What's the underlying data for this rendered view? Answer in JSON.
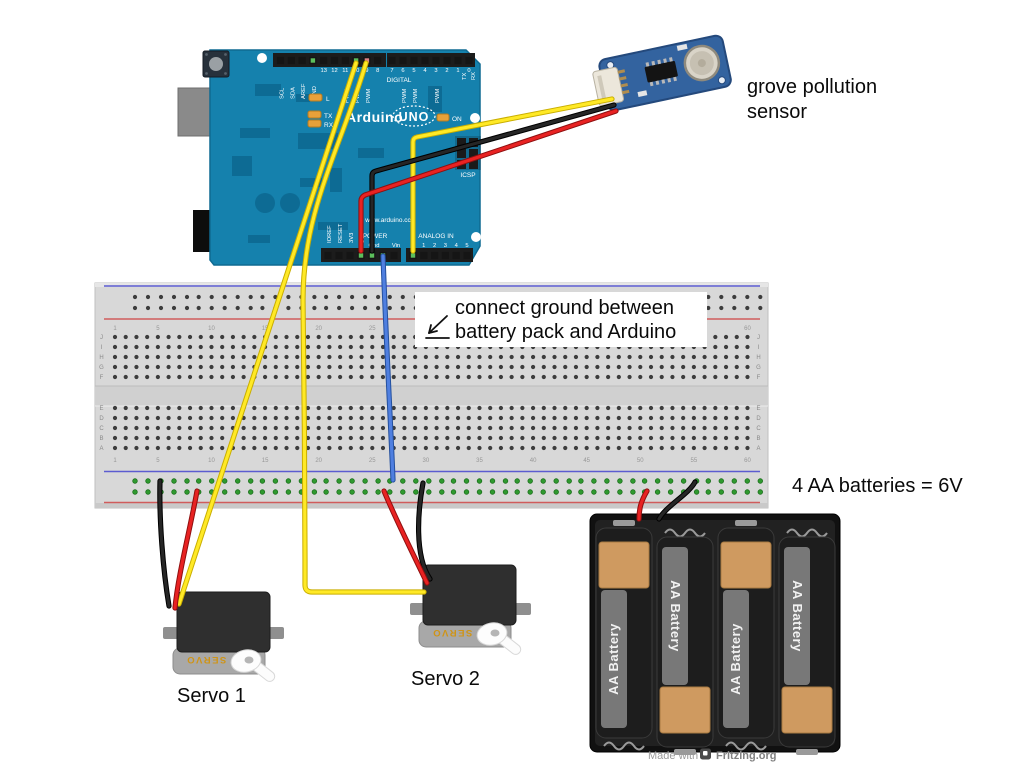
{
  "labels": {
    "sensor_line1": "grove pollution",
    "sensor_line2": "sensor",
    "battery_note": "4 AA batteries = 6V",
    "servo1": "Servo 1",
    "servo2": "Servo 2",
    "note_line1": "connect ground between",
    "note_line2": "battery pack and Arduino",
    "made_with": "Made with",
    "fritzing": "Fritzing.org"
  },
  "arduino": {
    "brand": "Arduino",
    "model": "UNO",
    "on": "ON",
    "url": "www.arduino.cc",
    "digital": "DIGITAL",
    "power": "POWER",
    "analog_in": "ANALOG IN",
    "icsp": "ICSP",
    "led_l": "L",
    "led_tx": "TX",
    "led_rx": "RX",
    "pwm": "PWM",
    "tx": "TX",
    "rx": "RX",
    "top_left_pin_labels": [
      "SCL",
      "SDA",
      "AREF",
      "GND",
      "13",
      "12",
      "11",
      "10",
      "9",
      "8"
    ],
    "top_right_pin_labels": [
      "7",
      "6",
      "5",
      "4",
      "3",
      "2",
      "1",
      "0"
    ],
    "power_pin_labels": [
      "IOREF",
      "RESET",
      "3V3",
      "5V",
      "Gnd",
      "Gnd",
      "Vin"
    ],
    "analog_pin_labels": [
      "0",
      "1",
      "2",
      "3",
      "4",
      "5"
    ]
  },
  "breadboard": {
    "column_numbers": [
      1,
      5,
      10,
      15,
      20,
      25,
      30,
      35,
      40,
      45,
      50,
      55,
      60
    ],
    "row_letters_top": [
      "J",
      "I",
      "H",
      "G",
      "F"
    ],
    "row_letters_bottom": [
      "E",
      "D",
      "C",
      "B",
      "A"
    ]
  },
  "servo": {
    "brand": "SERVO"
  },
  "battery": {
    "label": "AA Battery"
  },
  "colors": {
    "wire_yellow": "#ffe926",
    "wire_red": "#e82222",
    "wire_black": "#1a1a1a",
    "wire_blue": "#4f7fe0",
    "arduino_teal": "#1581ad",
    "sensor_blue": "#33639f",
    "rail_green": "#2f9a2f",
    "battery_tan": "#cf9a60"
  }
}
